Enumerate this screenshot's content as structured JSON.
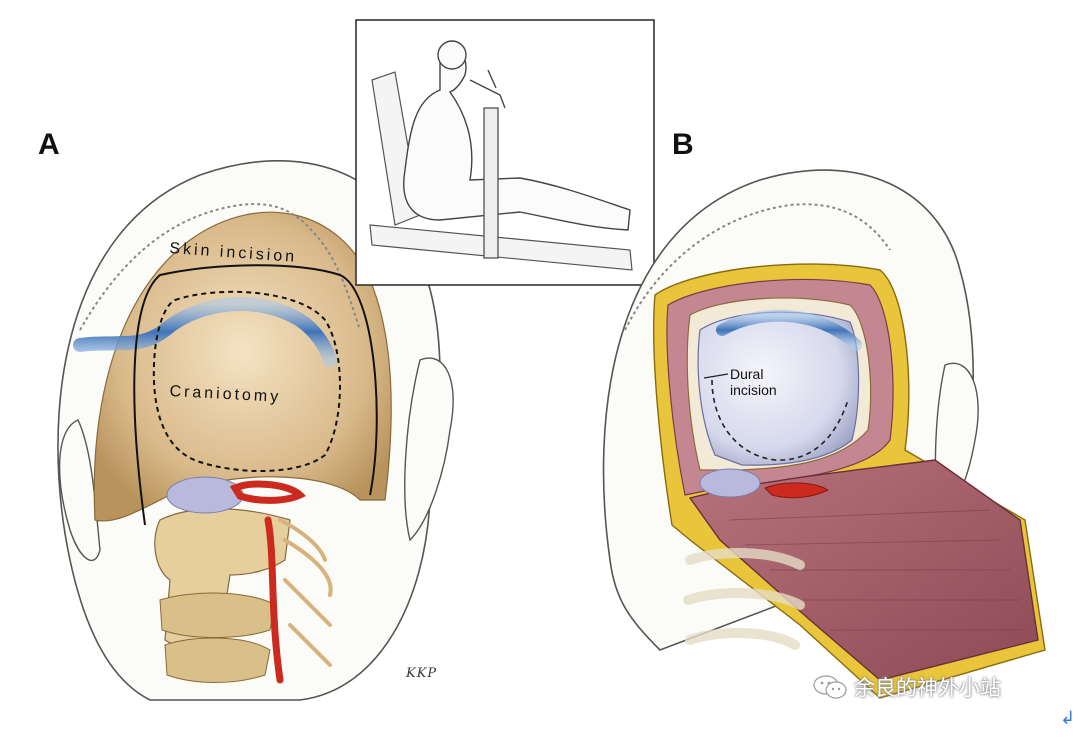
{
  "panels": {
    "a": {
      "letter": "A",
      "skin_incision_label": "Skin incision",
      "craniotomy_label": "Craniotomy"
    },
    "b": {
      "letter": "B",
      "dural_incision_line1": "Dural",
      "dural_incision_line2": "incision"
    }
  },
  "illustrator_signature": "KKP",
  "watermark": {
    "text": "余良的神外小站",
    "icon": "wechat-logo-icon"
  },
  "return_glyph": "↲",
  "colors": {
    "bone": "#d9b98a",
    "bone_dark": "#b8935c",
    "artery": "#cc2a1e",
    "vein_blue": "#4f7fc0",
    "muscle": "#a8606b",
    "fat": "#e8c53a",
    "dura": "#dfe0ef",
    "line": "#222222"
  }
}
